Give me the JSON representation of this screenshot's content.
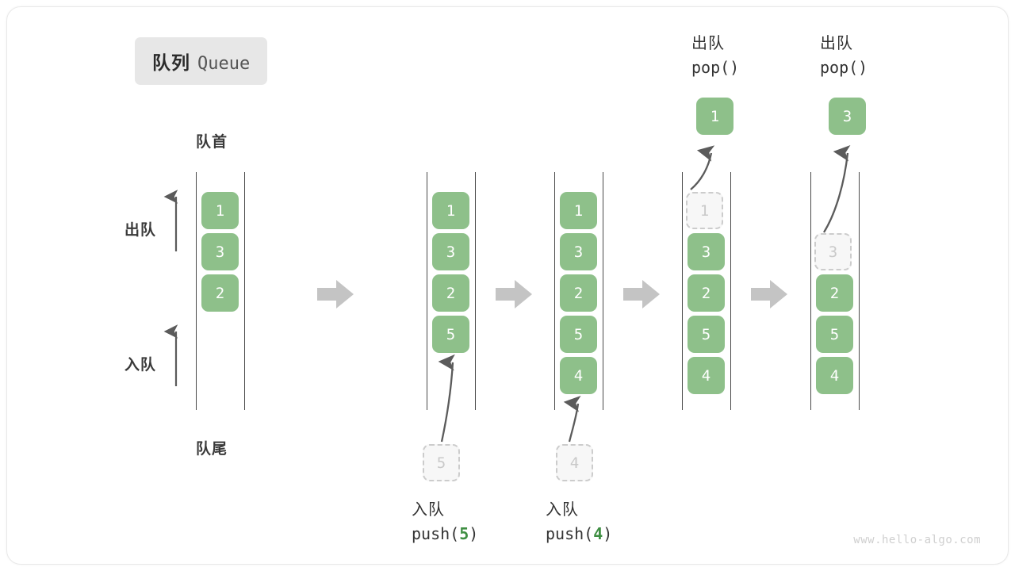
{
  "title": {
    "cn": "队列",
    "en": "Queue"
  },
  "labels": {
    "head": "队首",
    "tail": "队尾",
    "dequeue": "出队",
    "enqueue": "入队"
  },
  "watermark": "www.hello-algo.com",
  "colors": {
    "cell_fill": "#8ec08a",
    "ghost_fill": "#f7f7f7",
    "ghost_border": "#cccccc",
    "ghost_text": "#c9c9c9",
    "rail": "#4a4a4a",
    "step_arrow": "#c4c4c4",
    "curve_arrow": "#5b5b5b",
    "badge_bg": "#e7e7e7",
    "code_accent": "#3f8f43"
  },
  "columns": [
    {
      "id": "initial",
      "cells": [
        {
          "value": "1",
          "state": "filled"
        },
        {
          "value": "3",
          "state": "filled"
        },
        {
          "value": "2",
          "state": "filled"
        }
      ]
    },
    {
      "id": "after-push-5",
      "cells": [
        {
          "value": "1",
          "state": "filled"
        },
        {
          "value": "3",
          "state": "filled"
        },
        {
          "value": "2",
          "state": "filled"
        },
        {
          "value": "5",
          "state": "filled"
        }
      ],
      "op": {
        "cn": "入队",
        "code_prefix": "push(",
        "code_num": "5",
        "code_suffix": ")"
      },
      "incoming": {
        "value": "5",
        "state": "ghost"
      }
    },
    {
      "id": "after-push-4",
      "cells": [
        {
          "value": "1",
          "state": "filled"
        },
        {
          "value": "3",
          "state": "filled"
        },
        {
          "value": "2",
          "state": "filled"
        },
        {
          "value": "5",
          "state": "filled"
        },
        {
          "value": "4",
          "state": "filled"
        }
      ],
      "op": {
        "cn": "入队",
        "code_prefix": "push(",
        "code_num": "4",
        "code_suffix": ")"
      },
      "incoming": {
        "value": "4",
        "state": "ghost"
      }
    },
    {
      "id": "after-pop-1",
      "cells": [
        {
          "value": "1",
          "state": "ghost"
        },
        {
          "value": "3",
          "state": "filled"
        },
        {
          "value": "2",
          "state": "filled"
        },
        {
          "value": "5",
          "state": "filled"
        },
        {
          "value": "4",
          "state": "filled"
        }
      ],
      "op": {
        "cn": "出队",
        "code_prefix": "pop(",
        "code_num": "",
        "code_suffix": ")"
      },
      "outgoing": {
        "value": "1",
        "state": "filled"
      }
    },
    {
      "id": "after-pop-3",
      "cells": [
        {
          "value": "3",
          "state": "ghost"
        },
        {
          "value": "2",
          "state": "filled"
        },
        {
          "value": "5",
          "state": "filled"
        },
        {
          "value": "4",
          "state": "filled"
        }
      ],
      "op": {
        "cn": "出队",
        "code_prefix": "pop(",
        "code_num": "",
        "code_suffix": ")"
      },
      "outgoing": {
        "value": "3",
        "state": "filled"
      }
    }
  ]
}
